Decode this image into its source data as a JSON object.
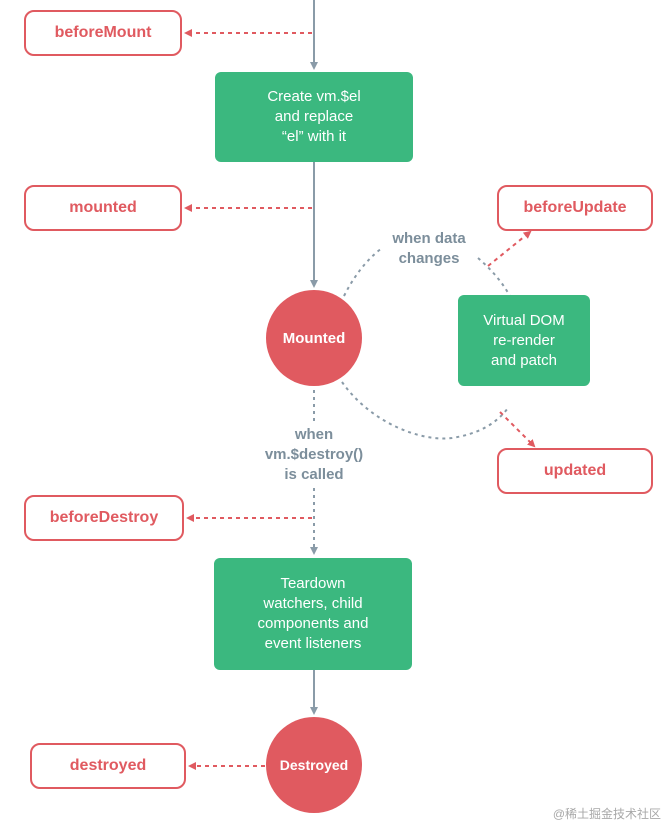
{
  "hooks": {
    "before_mount": "beforeMount",
    "mounted": "mounted",
    "before_update": "beforeUpdate",
    "updated": "updated",
    "before_destroy": "beforeDestroy",
    "destroyed": "destroyed"
  },
  "actions": {
    "create_el": [
      "Create vm.$el",
      "and replace",
      "“el” with it"
    ],
    "virtual_dom": [
      "Virtual DOM",
      "re-render",
      "and patch"
    ],
    "teardown": [
      "Teardown",
      "watchers, child",
      "components and",
      "event listeners"
    ]
  },
  "states": {
    "mounted": "Mounted",
    "destroyed": "Destroyed"
  },
  "notes": {
    "data_change": [
      "when data",
      "changes"
    ],
    "destroy_call": [
      "when",
      "vm.$destroy()",
      "is called"
    ]
  },
  "watermark": "@稀土掘金技术社区",
  "colors": {
    "hook": "#e05a60",
    "action": "#3bb87f",
    "state": "#e05a60",
    "note": "#7c8e9b",
    "line": "#8a9ba8"
  }
}
